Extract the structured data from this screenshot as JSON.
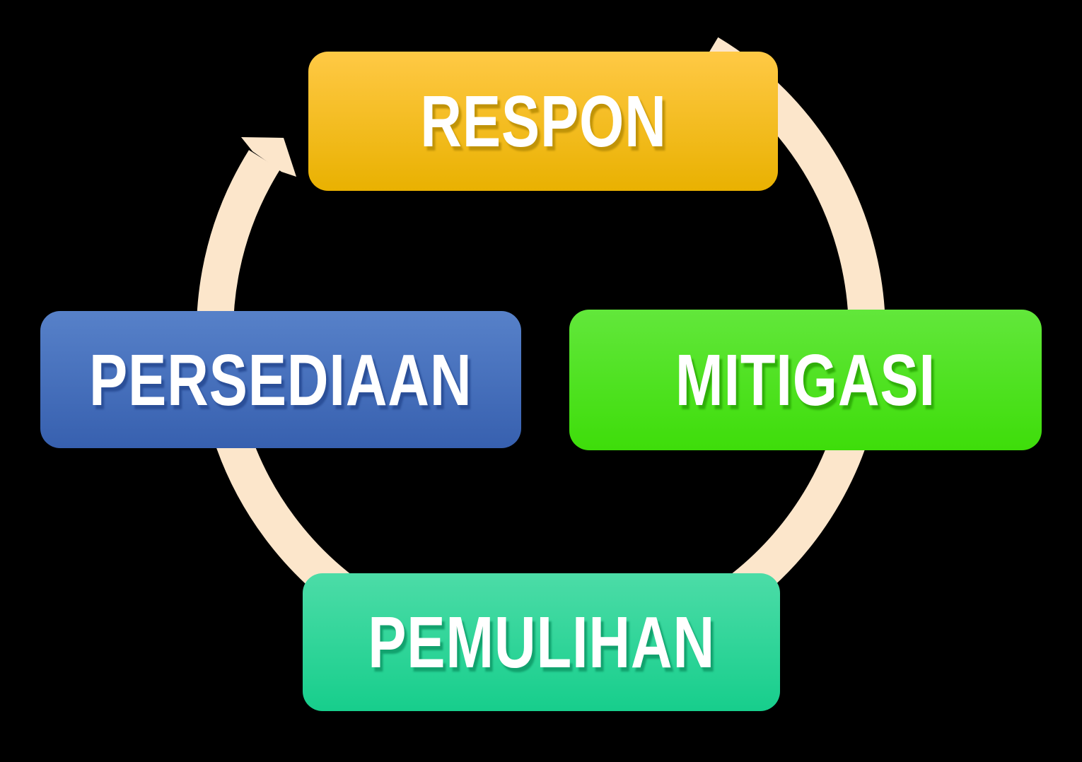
{
  "diagram": {
    "type": "cycle",
    "background_color": "#000000",
    "ring": {
      "name": "circular-cycle-arrow",
      "color": "#FCE6CB",
      "direction": "clockwise",
      "arrowhead_position": "top-left"
    },
    "nodes": {
      "respon": {
        "label": "RESPON",
        "position": "top",
        "gradient_top": "#FFC945",
        "gradient_bottom": "#E9B101",
        "text_color": "#FFFFFF"
      },
      "mitigasi": {
        "label": "MITIGASI",
        "position": "right",
        "gradient_top": "#62E73B",
        "gradient_bottom": "#3EDD0A",
        "text_color": "#FFFFFF"
      },
      "pemulihan": {
        "label": "PEMULIHAN",
        "position": "bottom",
        "gradient_top": "#4CDCA7",
        "gradient_bottom": "#17CE8C",
        "text_color": "#FFFFFF"
      },
      "persediaan": {
        "label": "PERSEDIAAN",
        "position": "left",
        "gradient_top": "#5781C9",
        "gradient_bottom": "#3760AF",
        "text_color": "#FFFFFF"
      }
    },
    "node_order_clockwise": [
      "respon",
      "mitigasi",
      "pemulihan",
      "persediaan"
    ]
  }
}
